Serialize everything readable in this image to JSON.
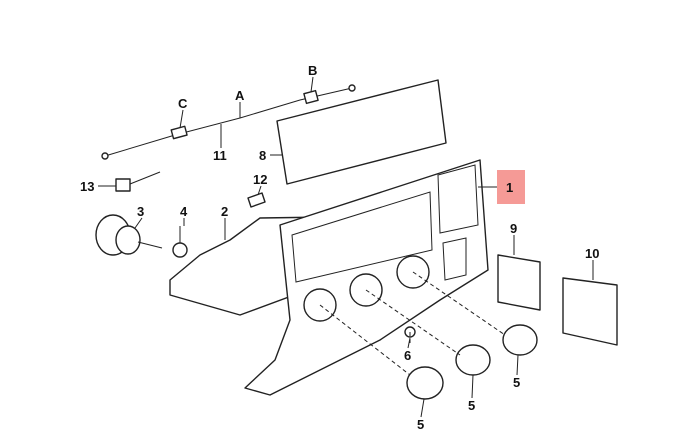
{
  "diagram": {
    "highlight_color": "#f59a96",
    "callouts": [
      {
        "id": "C",
        "label": "C"
      },
      {
        "id": "A",
        "label": "A"
      },
      {
        "id": "B",
        "label": "B"
      },
      {
        "id": "11",
        "label": "11"
      },
      {
        "id": "8",
        "label": "8"
      },
      {
        "id": "13",
        "label": "13"
      },
      {
        "id": "12",
        "label": "12"
      },
      {
        "id": "1",
        "label": "1",
        "highlighted": true
      },
      {
        "id": "3",
        "label": "3"
      },
      {
        "id": "4",
        "label": "4"
      },
      {
        "id": "2",
        "label": "2"
      },
      {
        "id": "9",
        "label": "9"
      },
      {
        "id": "10",
        "label": "10"
      },
      {
        "id": "6",
        "label": "6"
      },
      {
        "id": "5a",
        "label": "5"
      },
      {
        "id": "5b",
        "label": "5"
      },
      {
        "id": "5c",
        "label": "5"
      }
    ]
  }
}
